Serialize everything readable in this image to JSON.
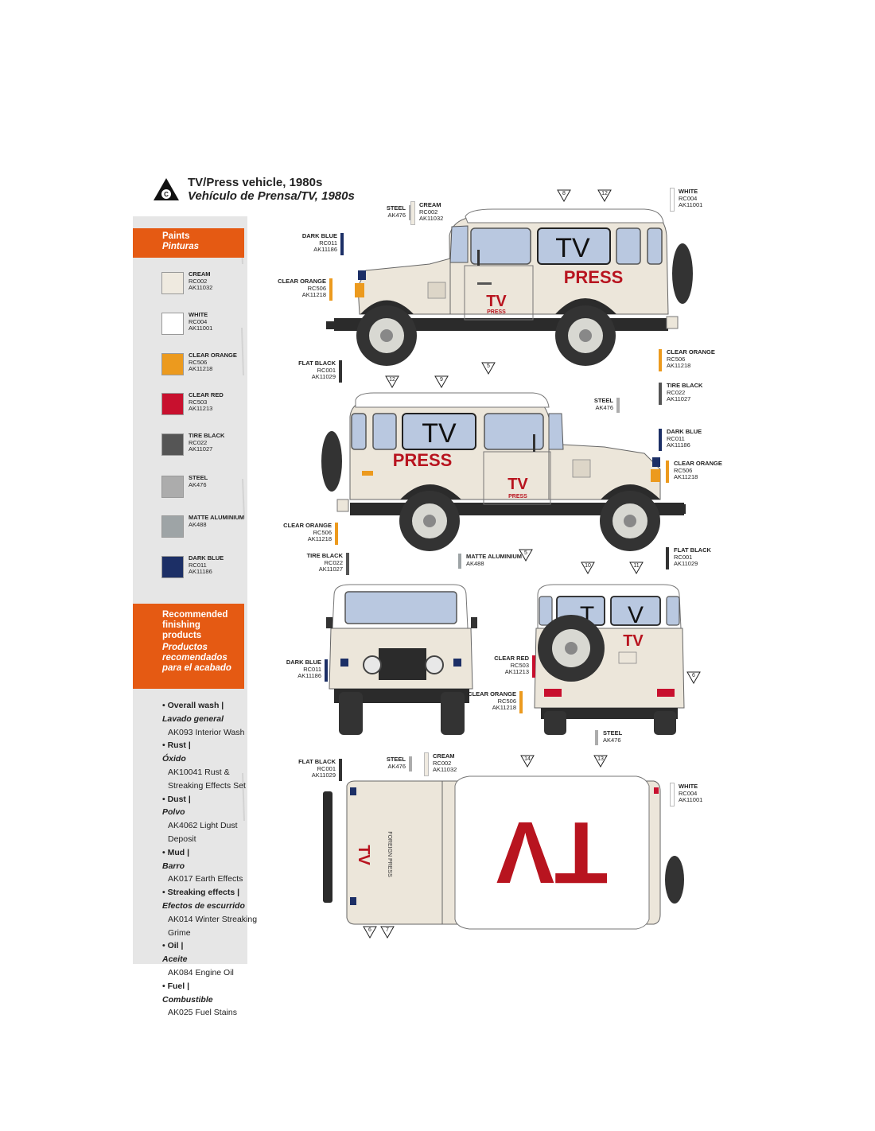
{
  "header": {
    "icon_letter": "C",
    "title_en": "TV/Press vehicle, 1980s",
    "title_es": "Vehículo de Prensa/TV, 1980s"
  },
  "sidebar": {
    "paints_en": "Paints",
    "paints_es": "Pinturas",
    "swatches": [
      {
        "name": "CREAM",
        "codes": [
          "RC002",
          "AK11032"
        ],
        "color": "#efeae0"
      },
      {
        "name": "WHITE",
        "codes": [
          "RC004",
          "AK11001"
        ],
        "color": "#ffffff"
      },
      {
        "name": "CLEAR ORANGE",
        "codes": [
          "RC506",
          "AK11218"
        ],
        "color": "#ec9a1e"
      },
      {
        "name": "CLEAR RED",
        "codes": [
          "RC503",
          "AK11213"
        ],
        "color": "#c8102e"
      },
      {
        "name": "TIRE BLACK",
        "codes": [
          "RC022",
          "AK11027"
        ],
        "color": "#555555"
      },
      {
        "name": "STEEL",
        "codes": [
          "AK476"
        ],
        "color": "#acacac"
      },
      {
        "name": "MATTE ALUMINIUM",
        "codes": [
          "AK488"
        ],
        "color": "#9ea4a6"
      },
      {
        "name": "DARK BLUE",
        "codes": [
          "RC011",
          "AK11186"
        ],
        "color": "#1c2f66"
      }
    ],
    "finish_en": "Recommended finishing products",
    "finish_es": "Productos recomendados para el acabado",
    "finish_items": [
      {
        "cat_en": "• Overall wash |",
        "cat_es": "Lavado general",
        "product": "AK093 Interior Wash"
      },
      {
        "cat_en": "• Rust |",
        "cat_es": "Óxido",
        "product": "AK10041 Rust & Streaking Effects Set"
      },
      {
        "cat_en": "• Dust |",
        "cat_es": "Polvo",
        "product": "AK4062 Light Dust Deposit"
      },
      {
        "cat_en": "• Mud |",
        "cat_es": "Barro",
        "product": "AK017 Earth Effects"
      },
      {
        "cat_en": "• Streaking effects |",
        "cat_es": "Efectos de escurrido",
        "product": "AK014 Winter Streaking Grime"
      },
      {
        "cat_en": "• Oil |",
        "cat_es": "Aceite",
        "product": "AK084 Engine Oil"
      },
      {
        "cat_en": "• Fuel |",
        "cat_es": "Combustible",
        "product": "AK025 Fuel Stains"
      }
    ]
  },
  "markings": {
    "tv": "TV",
    "press": "PRESS",
    "foreign_press": "FOREIGN PRESS"
  },
  "callouts": [
    {
      "id": "c1",
      "name": "STEEL",
      "codes": [
        "AK476"
      ],
      "color": "#acacac"
    },
    {
      "id": "c2",
      "name": "CREAM",
      "codes": [
        "RC002",
        "AK11032"
      ],
      "color": "#efeae0"
    },
    {
      "id": "c3",
      "name": "WHITE",
      "codes": [
        "RC004",
        "AK11001"
      ],
      "color": "#ffffff"
    },
    {
      "id": "c4",
      "name": "DARK BLUE",
      "codes": [
        "RC011",
        "AK11186"
      ],
      "color": "#1c2f66"
    },
    {
      "id": "c5",
      "name": "CLEAR ORANGE",
      "codes": [
        "RC506",
        "AK11218"
      ],
      "color": "#ec9a1e"
    },
    {
      "id": "c6",
      "name": "FLAT BLACK",
      "codes": [
        "RC001",
        "AK11029"
      ],
      "color": "#333333"
    },
    {
      "id": "c7",
      "name": "CLEAR ORANGE",
      "codes": [
        "RC506",
        "AK11218"
      ],
      "color": "#ec9a1e"
    },
    {
      "id": "c8",
      "name": "TIRE BLACK",
      "codes": [
        "RC022",
        "AK11027"
      ],
      "color": "#555555"
    },
    {
      "id": "c9",
      "name": "STEEL",
      "codes": [
        "AK476"
      ],
      "color": "#acacac"
    },
    {
      "id": "c10",
      "name": "DARK BLUE",
      "codes": [
        "RC011",
        "AK11186"
      ],
      "color": "#1c2f66"
    },
    {
      "id": "c11",
      "name": "CLEAR ORANGE",
      "codes": [
        "RC506",
        "AK11218"
      ],
      "color": "#ec9a1e"
    },
    {
      "id": "c12",
      "name": "CLEAR ORANGE",
      "codes": [
        "RC506",
        "AK11218"
      ],
      "color": "#ec9a1e"
    },
    {
      "id": "c13",
      "name": "TIRE BLACK",
      "codes": [
        "RC022",
        "AK11027"
      ],
      "color": "#555555"
    },
    {
      "id": "c14",
      "name": "MATTE ALUMINIUM",
      "codes": [
        "AK488"
      ],
      "color": "#9ea4a6"
    },
    {
      "id": "c15",
      "name": "FLAT BLACK",
      "codes": [
        "RC001",
        "AK11029"
      ],
      "color": "#333333"
    },
    {
      "id": "c16",
      "name": "DARK BLUE",
      "codes": [
        "RC011",
        "AK11186"
      ],
      "color": "#1c2f66"
    },
    {
      "id": "c17",
      "name": "CLEAR RED",
      "codes": [
        "RC503",
        "AK11213"
      ],
      "color": "#c8102e"
    },
    {
      "id": "c18",
      "name": "CLEAR ORANGE",
      "codes": [
        "RC506",
        "AK11218"
      ],
      "color": "#ec9a1e"
    },
    {
      "id": "c19",
      "name": "STEEL",
      "codes": [
        "AK476"
      ],
      "color": "#acacac"
    },
    {
      "id": "c20",
      "name": "FLAT BLACK",
      "codes": [
        "RC001",
        "AK11029"
      ],
      "color": "#333333"
    },
    {
      "id": "c21",
      "name": "STEEL",
      "codes": [
        "AK476"
      ],
      "color": "#acacac"
    },
    {
      "id": "c22",
      "name": "CREAM",
      "codes": [
        "RC002",
        "AK11032"
      ],
      "color": "#efeae0"
    },
    {
      "id": "c23",
      "name": "WHITE",
      "codes": [
        "RC004",
        "AK11001"
      ],
      "color": "#ffffff"
    }
  ],
  "decal_numbers": {
    "n8": "8",
    "n12a": "12",
    "n5a": "5",
    "n12b": "12",
    "n9": "9",
    "n5b": "5",
    "n10": "10",
    "n11": "11",
    "n6a": "6",
    "n14": "14",
    "n13": "13",
    "n6b": "6",
    "n7": "7"
  }
}
